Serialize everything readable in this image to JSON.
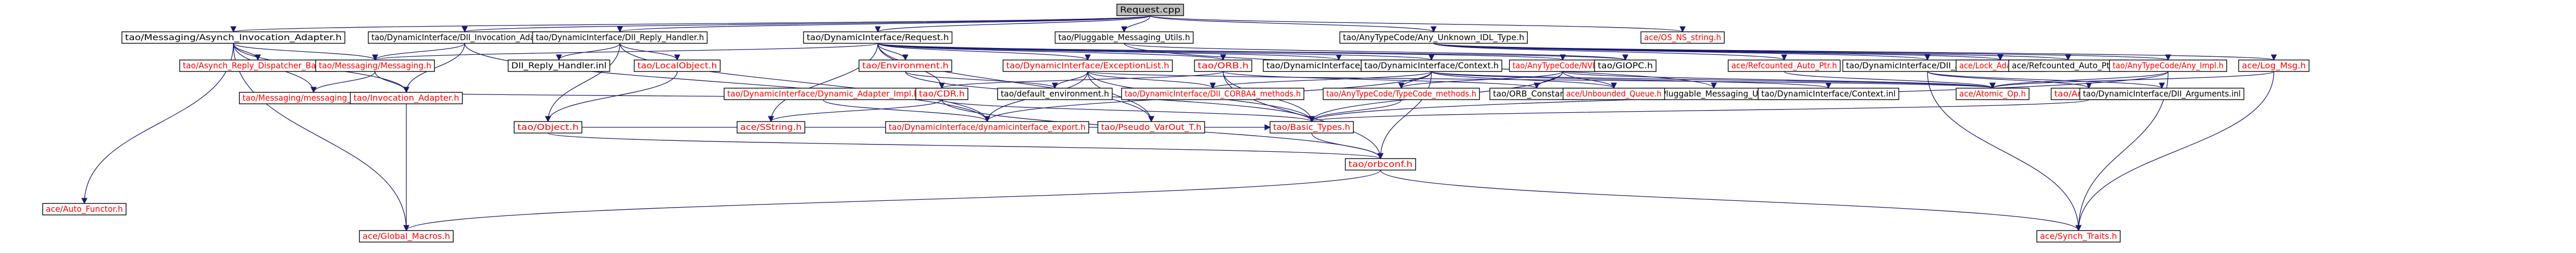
{
  "diagram": {
    "colors": {
      "edge": "#191970",
      "node_border": "#000000",
      "root_fill": "#bfbfbf",
      "node_fill": "#ffffff",
      "documented_text": "#000000",
      "undocumented_text": "#ff0000"
    },
    "nodes": [
      {
        "id": "request_cpp",
        "label": "Request.cpp",
        "root": true,
        "documented": true
      },
      {
        "id": "async_adapter",
        "label": "tao/Messaging/Asynch_Invocation_Adapter.h",
        "documented": true
      },
      {
        "id": "dii_adapter",
        "label": "tao/DynamicInterface/DII_Invocation_Adapter.h",
        "documented": true
      },
      {
        "id": "dii_reply_handler",
        "label": "tao/DynamicInterface/DII_Reply_Handler.h",
        "documented": true
      },
      {
        "id": "request_h",
        "label": "tao/DynamicInterface/Request.h",
        "documented": true
      },
      {
        "id": "pluggable_utils_h",
        "label": "tao/Pluggable_Messaging_Utils.h",
        "documented": true
      },
      {
        "id": "unknown_idl",
        "label": "tao/AnyTypeCode/Any_Unknown_IDL_Type.h",
        "documented": true
      },
      {
        "id": "os_ns_string",
        "label": "ace/OS_NS_string.h",
        "documented": false
      },
      {
        "id": "auto_functor",
        "label": "ace/Auto_Functor.h",
        "documented": false
      },
      {
        "id": "asynch_reply_base",
        "label": "tao/Asynch_Reply_Dispatcher_Base.h",
        "documented": false
      },
      {
        "id": "messaging_h",
        "label": "tao/Messaging/Messaging.h",
        "documented": false
      },
      {
        "id": "messaging_export",
        "label": "tao/Messaging/messaging_export.h",
        "documented": false
      },
      {
        "id": "invocation_adapter",
        "label": "tao/Invocation_Adapter.h",
        "documented": false
      },
      {
        "id": "dii_reply_inl",
        "label": "DII_Reply_Handler.inl",
        "documented": true
      },
      {
        "id": "local_object",
        "label": "tao/LocalObject.h",
        "documented": false
      },
      {
        "id": "object_h",
        "label": "tao/Object.h",
        "documented": false
      },
      {
        "id": "environment_h",
        "label": "tao/Environment.h",
        "documented": false
      },
      {
        "id": "exception_list",
        "label": "tao/DynamicInterface/ExceptionList.h",
        "documented": false
      },
      {
        "id": "orb_h",
        "label": "tao/ORB.h",
        "documented": false
      },
      {
        "id": "request_inl",
        "label": "tao/DynamicInterface/Request.inl",
        "documented": true
      },
      {
        "id": "context_h",
        "label": "tao/DynamicInterface/Context.h",
        "documented": true
      },
      {
        "id": "nvlist_h",
        "label": "tao/AnyTypeCode/NVList.h",
        "documented": false
      },
      {
        "id": "giop_h",
        "label": "tao/GIOPC.h",
        "documented": true
      },
      {
        "id": "pluggable_utils_inl",
        "label": "tao/Pluggable_Messaging_Utils.inl",
        "documented": true
      },
      {
        "id": "refcounted_ptr",
        "label": "ace/Refcounted_Auto_Ptr.h",
        "documented": false
      },
      {
        "id": "dii_arguments",
        "label": "tao/DynamicInterface/DII_Arguments.h",
        "documented": true
      },
      {
        "id": "lock_adapter",
        "label": "ace/Lock_Adapter_T.h",
        "documented": false
      },
      {
        "id": "refcounted_ptr_inl",
        "label": "ace/Refcounted_Auto_Ptr.inl",
        "documented": true
      },
      {
        "id": "any_impl",
        "label": "tao/AnyTypeCode/Any_Impl.h",
        "documented": false
      },
      {
        "id": "log_msg",
        "label": "ace/Log_Msg.h",
        "documented": false
      },
      {
        "id": "dynamic_adapter_impl",
        "label": "tao/DynamicInterface/Dynamic_Adapter_Impl.h",
        "documented": false
      },
      {
        "id": "cdr_h",
        "label": "tao/CDR.h",
        "documented": false
      },
      {
        "id": "default_env",
        "label": "tao/default_environment.h",
        "documented": true
      },
      {
        "id": "dii_corba4",
        "label": "tao/DynamicInterface/DII_CORBA4_methods.h",
        "documented": false
      },
      {
        "id": "typecode_methods",
        "label": "tao/AnyTypeCode/TypeCode_methods.h",
        "documented": false
      },
      {
        "id": "orb_constants",
        "label": "tao/ORB_Constants.h",
        "documented": true
      },
      {
        "id": "unbounded_queue",
        "label": "ace/Unbounded_Queue.h",
        "documented": false
      },
      {
        "id": "context_inl",
        "label": "tao/DynamicInterface/Context.inl",
        "documented": true
      },
      {
        "id": "atomic_op",
        "label": "ace/Atomic_Op.h",
        "documented": false
      },
      {
        "id": "argument_h",
        "label": "tao/Argument.h",
        "documented": false
      },
      {
        "id": "dii_arguments_inl",
        "label": "tao/DynamicInterface/DII_Arguments.inl",
        "documented": true
      },
      {
        "id": "sstring",
        "label": "ace/SString.h",
        "documented": false
      },
      {
        "id": "dyn_export",
        "label": "tao/DynamicInterface/dynamicinterface_export.h",
        "documented": false
      },
      {
        "id": "pseudo_var",
        "label": "tao/Pseudo_VarOut_T.h",
        "documented": false
      },
      {
        "id": "basic_types",
        "label": "tao/Basic_Types.h",
        "documented": false
      },
      {
        "id": "orbconf",
        "label": "tao/orbconf.h",
        "documented": false
      },
      {
        "id": "global_macros",
        "label": "ace/Global_Macros.h",
        "documented": false
      },
      {
        "id": "synch_traits",
        "label": "ace/Synch_Traits.h",
        "documented": false
      }
    ]
  }
}
